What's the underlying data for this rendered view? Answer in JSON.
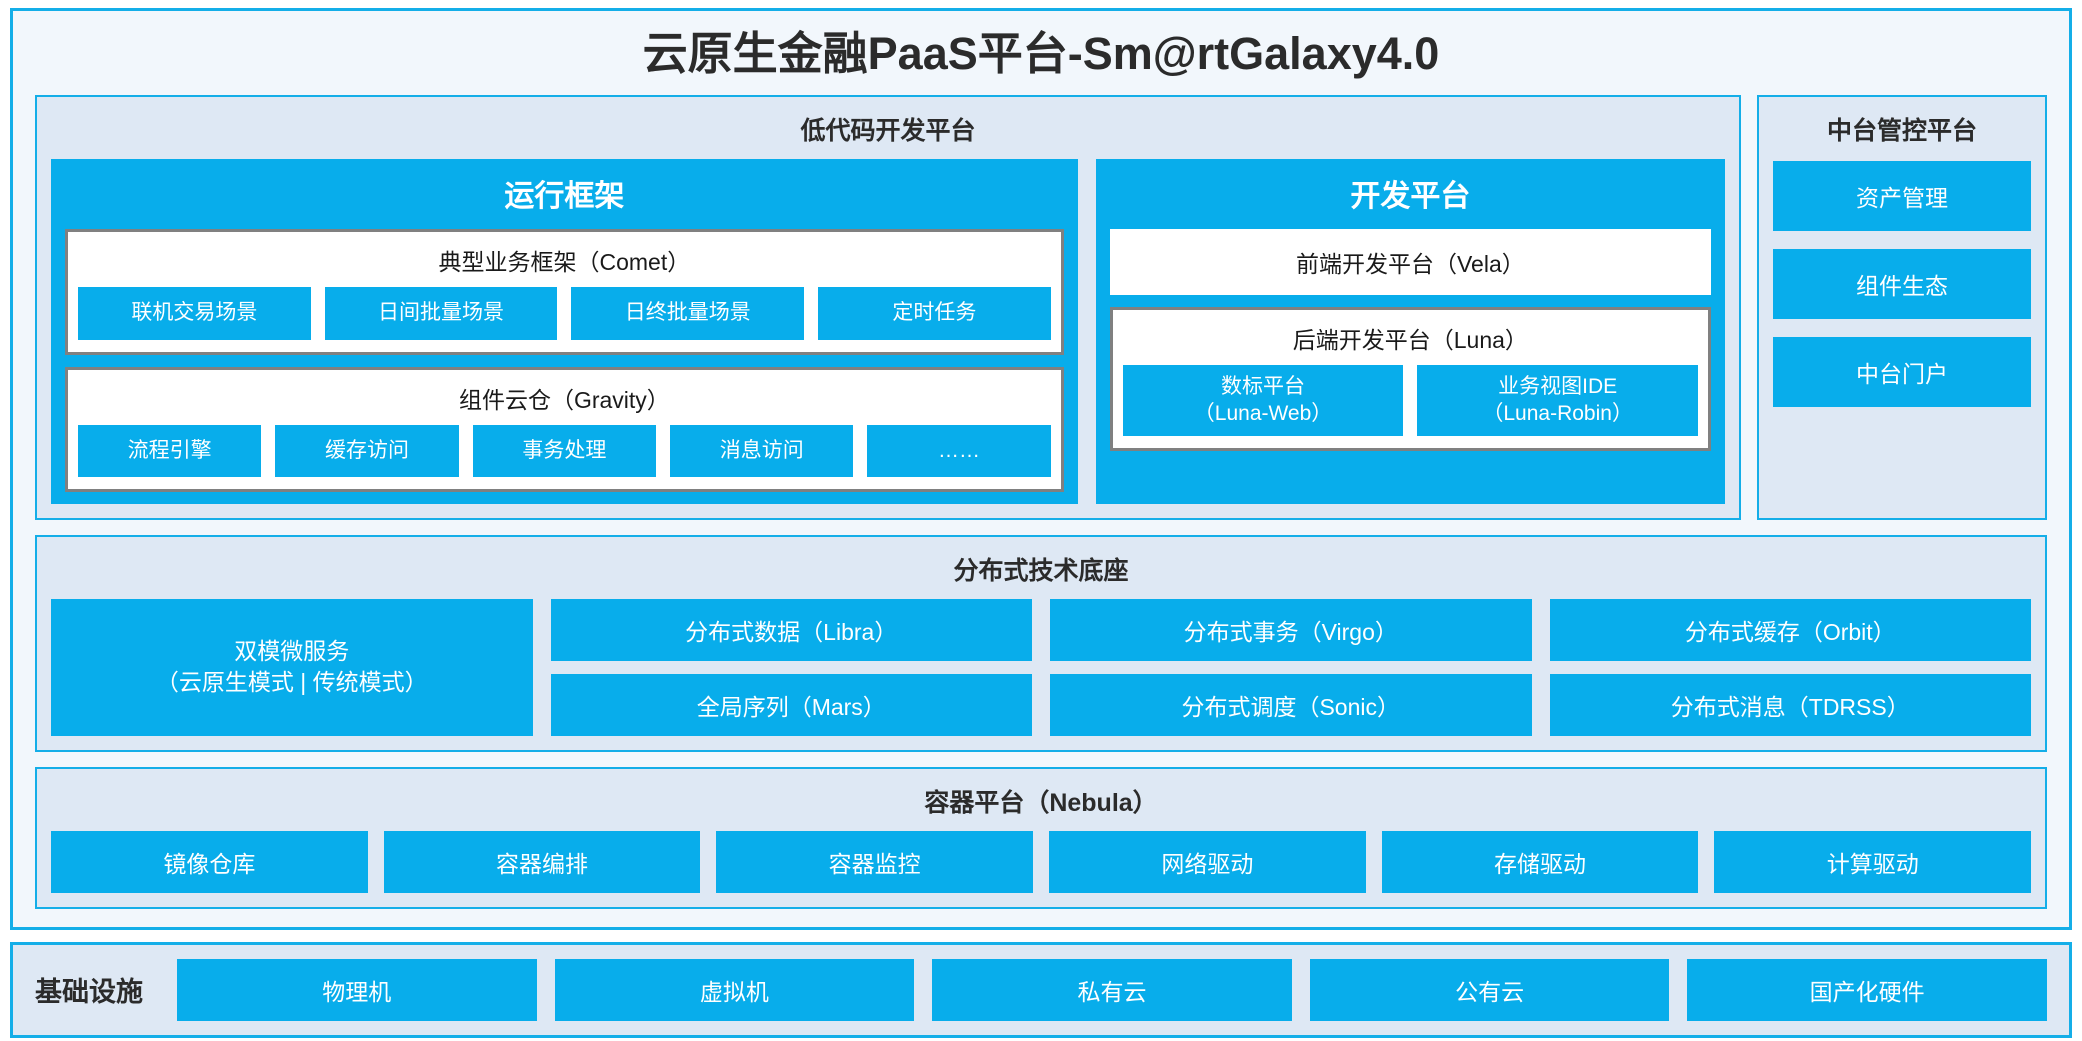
{
  "title": "云原生金融PaaS平台-Sm@rtGalaxy4.0",
  "colors": {
    "accent_blue": "#08ADEB",
    "border_blue": "#14AEE8",
    "panel_bg": "#DEE8F4",
    "card_bg": "#F2F7FC",
    "box_border_gray": "#808080",
    "text_dark": "#2B2B2B"
  },
  "lowcode": {
    "title": "低代码开发平台",
    "runtime": {
      "title": "运行框架",
      "comet": {
        "title": "典型业务框架（Comet）",
        "chips": [
          "联机交易场景",
          "日间批量场景",
          "日终批量场景",
          "定时任务"
        ]
      },
      "gravity": {
        "title": "组件云仓（Gravity）",
        "chips": [
          "流程引擎",
          "缓存访问",
          "事务处理",
          "消息访问",
          "……"
        ]
      }
    },
    "devplatform": {
      "title": "开发平台",
      "vela": "前端开发平台（Vela）",
      "luna": {
        "title": "后端开发平台（Luna）",
        "chips": [
          "数标平台\n（Luna-Web）",
          "业务视图IDE\n（Luna-Robin）"
        ]
      }
    }
  },
  "midctrl": {
    "title": "中台管控平台",
    "items": [
      "资产管理",
      "组件生态",
      "中台门户"
    ]
  },
  "distributed": {
    "title": "分布式技术底座",
    "microservice": "双模微服务\n（云原生模式 | 传统模式）",
    "columns": [
      [
        "分布式数据（Libra）",
        "全局序列（Mars）"
      ],
      [
        "分布式事务（Virgo）",
        "分布式调度（Sonic）"
      ],
      [
        "分布式缓存（Orbit）",
        "分布式消息（TDRSS）"
      ]
    ]
  },
  "container": {
    "title": "容器平台（Nebula）",
    "items": [
      "镜像仓库",
      "容器编排",
      "容器监控",
      "网络驱动",
      "存储驱动",
      "计算驱动"
    ]
  },
  "infrastructure": {
    "label": "基础设施",
    "items": [
      "物理机",
      "虚拟机",
      "私有云",
      "公有云",
      "国产化硬件"
    ]
  }
}
